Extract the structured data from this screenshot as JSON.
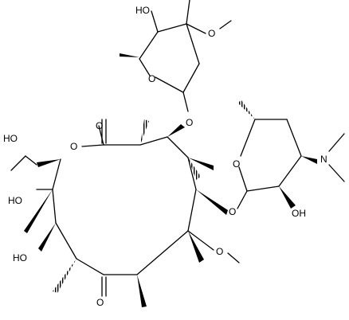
{
  "structure": {
    "atom_labels": {
      "hydroxyl": "OH",
      "hydroxyl_left": "HO",
      "oxygen": "O",
      "nitrogen": "N"
    }
  }
}
